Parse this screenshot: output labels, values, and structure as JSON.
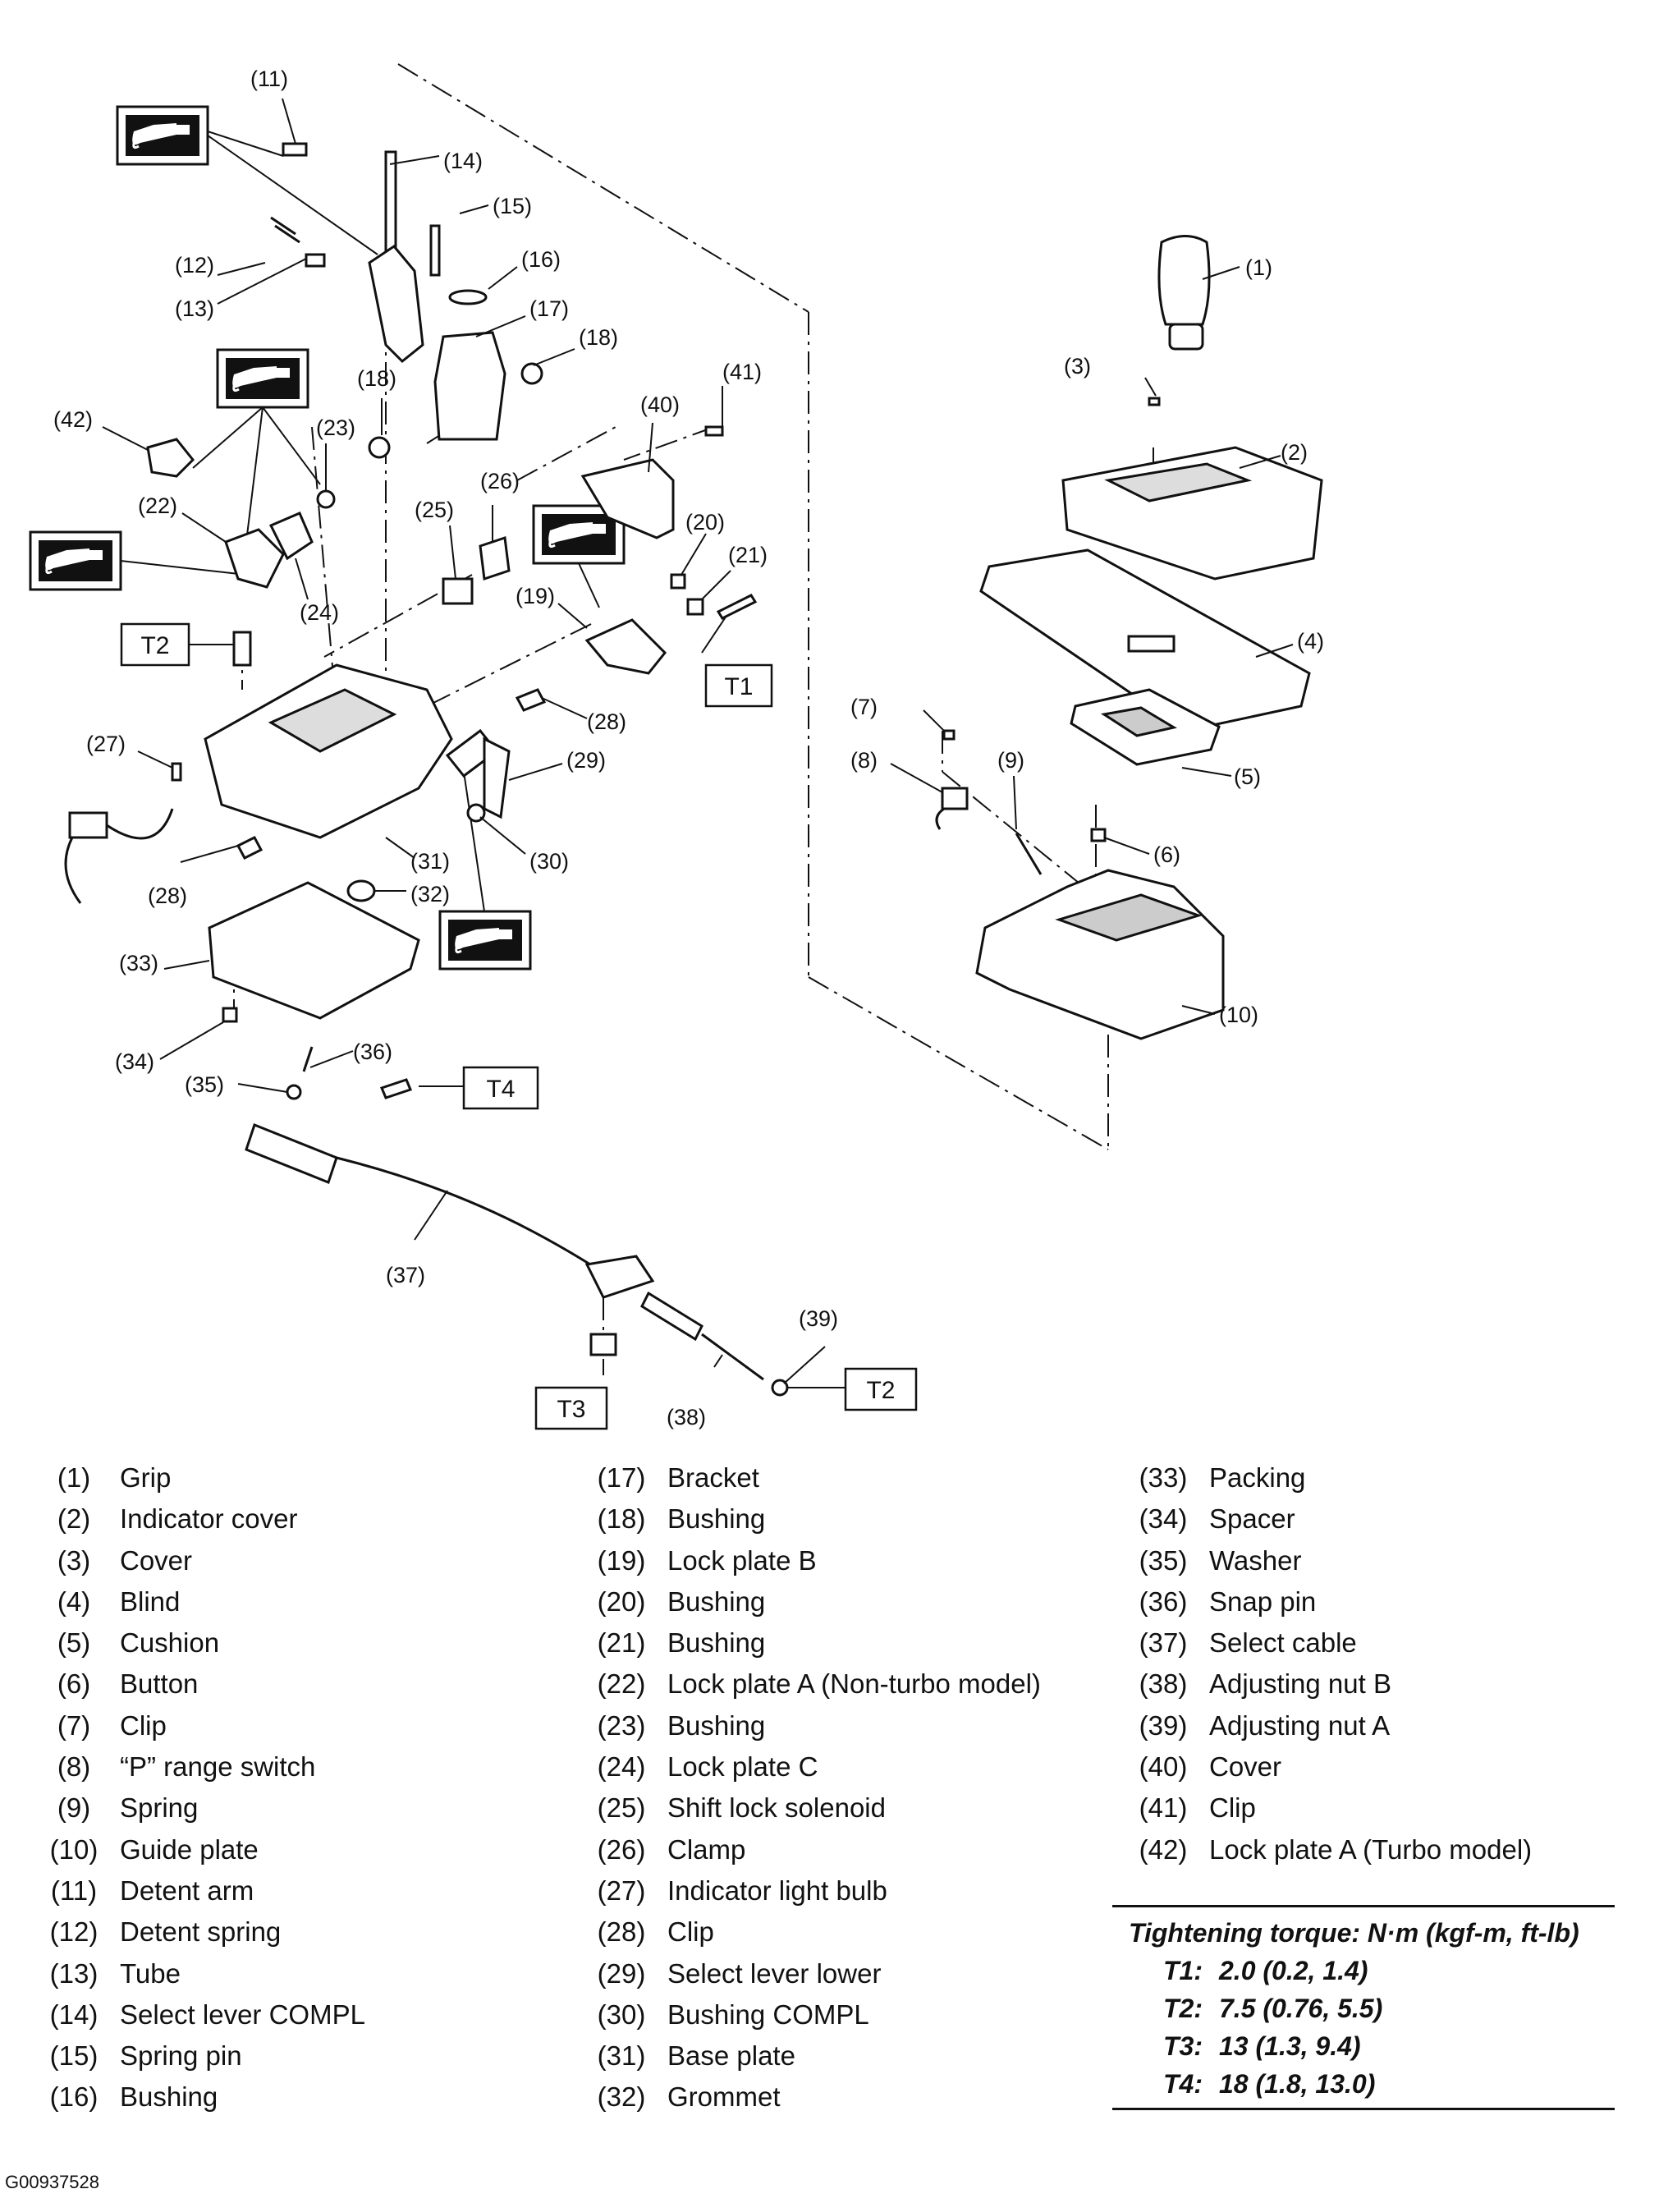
{
  "diagram": {
    "callouts": [
      "(1)",
      "(2)",
      "(3)",
      "(4)",
      "(5)",
      "(6)",
      "(7)",
      "(8)",
      "(9)",
      "(10)",
      "(11)",
      "(12)",
      "(13)",
      "(14)",
      "(15)",
      "(16)",
      "(17)",
      "(18)",
      "(18)",
      "(19)",
      "(20)",
      "(21)",
      "(22)",
      "(23)",
      "(24)",
      "(25)",
      "(26)",
      "(27)",
      "(28)",
      "(28)",
      "(29)",
      "(30)",
      "(31)",
      "(32)",
      "(33)",
      "(34)",
      "(35)",
      "(36)",
      "(37)",
      "(38)",
      "(39)",
      "(40)",
      "(41)",
      "(42)"
    ],
    "torque_tags": [
      "T1",
      "T2",
      "T2",
      "T3",
      "T4"
    ]
  },
  "legend": {
    "col1": [
      {
        "num": "(1)",
        "label": "Grip"
      },
      {
        "num": "(2)",
        "label": "Indicator cover"
      },
      {
        "num": "(3)",
        "label": "Cover"
      },
      {
        "num": "(4)",
        "label": "Blind"
      },
      {
        "num": "(5)",
        "label": "Cushion"
      },
      {
        "num": "(6)",
        "label": "Button"
      },
      {
        "num": "(7)",
        "label": "Clip"
      },
      {
        "num": "(8)",
        "label": "“P” range switch"
      },
      {
        "num": "(9)",
        "label": "Spring"
      },
      {
        "num": "(10)",
        "label": "Guide plate"
      },
      {
        "num": "(11)",
        "label": "Detent arm"
      },
      {
        "num": "(12)",
        "label": "Detent spring"
      },
      {
        "num": "(13)",
        "label": "Tube"
      },
      {
        "num": "(14)",
        "label": "Select lever COMPL"
      },
      {
        "num": "(15)",
        "label": "Spring pin"
      },
      {
        "num": "(16)",
        "label": "Bushing"
      }
    ],
    "col2": [
      {
        "num": "(17)",
        "label": "Bracket"
      },
      {
        "num": "(18)",
        "label": "Bushing"
      },
      {
        "num": "(19)",
        "label": "Lock plate B"
      },
      {
        "num": "(20)",
        "label": "Bushing"
      },
      {
        "num": "(21)",
        "label": "Bushing"
      },
      {
        "num": "(22)",
        "label": "Lock plate A (Non-turbo model)"
      },
      {
        "num": "(23)",
        "label": "Bushing"
      },
      {
        "num": "(24)",
        "label": "Lock plate C"
      },
      {
        "num": "(25)",
        "label": "Shift lock solenoid"
      },
      {
        "num": "(26)",
        "label": "Clamp"
      },
      {
        "num": "(27)",
        "label": "Indicator light bulb"
      },
      {
        "num": "(28)",
        "label": "Clip"
      },
      {
        "num": "(29)",
        "label": "Select lever lower"
      },
      {
        "num": "(30)",
        "label": "Bushing COMPL"
      },
      {
        "num": "(31)",
        "label": "Base plate"
      },
      {
        "num": "(32)",
        "label": "Grommet"
      }
    ],
    "col3": [
      {
        "num": "(33)",
        "label": "Packing"
      },
      {
        "num": "(34)",
        "label": "Spacer"
      },
      {
        "num": "(35)",
        "label": "Washer"
      },
      {
        "num": "(36)",
        "label": "Snap pin"
      },
      {
        "num": "(37)",
        "label": "Select cable"
      },
      {
        "num": "(38)",
        "label": "Adjusting nut B"
      },
      {
        "num": "(39)",
        "label": "Adjusting nut A"
      },
      {
        "num": "(40)",
        "label": "Cover"
      },
      {
        "num": "(41)",
        "label": "Clip"
      },
      {
        "num": "(42)",
        "label": "Lock plate A (Turbo model)"
      }
    ]
  },
  "torque": {
    "title": "Tightening torque: N·m (kgf-m, ft-lb)",
    "rows": [
      {
        "key": "T1:",
        "value": "2.0 (0.2, 1.4)"
      },
      {
        "key": "T2:",
        "value": "7.5 (0.76, 5.5)"
      },
      {
        "key": "T3:",
        "value": "13 (1.3, 9.4)"
      },
      {
        "key": "T4:",
        "value": "18 (1.8, 13.0)"
      }
    ]
  },
  "figure_code": "G00937528"
}
